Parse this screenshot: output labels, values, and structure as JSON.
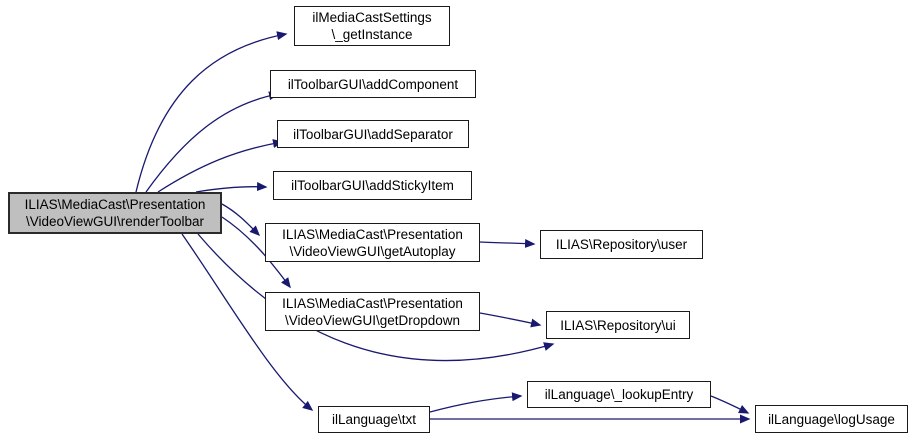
{
  "diagram": {
    "type": "doxygen-call-graph",
    "edge_color": "#191970",
    "node_border_color": "#1a1a1a",
    "highlight_fill": "#bfbfbf",
    "nodes": [
      {
        "id": "renderToolbar",
        "label": "ILIAS\\MediaCast\\Presentation\n\\VideoViewGUI\\renderToolbar",
        "highlighted": true
      },
      {
        "id": "getInstance",
        "label": "ilMediaCastSettings\n\\_getInstance"
      },
      {
        "id": "addComponent",
        "label": "ilToolbarGUI\\addComponent"
      },
      {
        "id": "addSeparator",
        "label": "ilToolbarGUI\\addSeparator"
      },
      {
        "id": "addStickyItem",
        "label": "ilToolbarGUI\\addStickyItem"
      },
      {
        "id": "getAutoplay",
        "label": "ILIAS\\MediaCast\\Presentation\n\\VideoViewGUI\\getAutoplay"
      },
      {
        "id": "getDropdown",
        "label": "ILIAS\\MediaCast\\Presentation\n\\VideoViewGUI\\getDropdown"
      },
      {
        "id": "user",
        "label": "ILIAS\\Repository\\user"
      },
      {
        "id": "ui",
        "label": "ILIAS\\Repository\\ui"
      },
      {
        "id": "txt",
        "label": "ilLanguage\\txt"
      },
      {
        "id": "lookupEntry",
        "label": "ilLanguage\\_lookupEntry"
      },
      {
        "id": "logUsage",
        "label": "ilLanguage\\logUsage"
      }
    ],
    "edges": [
      {
        "from": "renderToolbar",
        "to": "getInstance"
      },
      {
        "from": "renderToolbar",
        "to": "addComponent"
      },
      {
        "from": "renderToolbar",
        "to": "addSeparator"
      },
      {
        "from": "renderToolbar",
        "to": "addStickyItem"
      },
      {
        "from": "renderToolbar",
        "to": "getAutoplay"
      },
      {
        "from": "renderToolbar",
        "to": "getDropdown"
      },
      {
        "from": "renderToolbar",
        "to": "ui"
      },
      {
        "from": "renderToolbar",
        "to": "txt"
      },
      {
        "from": "getAutoplay",
        "to": "user"
      },
      {
        "from": "getDropdown",
        "to": "ui"
      },
      {
        "from": "txt",
        "to": "lookupEntry"
      },
      {
        "from": "txt",
        "to": "logUsage"
      },
      {
        "from": "lookupEntry",
        "to": "logUsage"
      }
    ]
  }
}
